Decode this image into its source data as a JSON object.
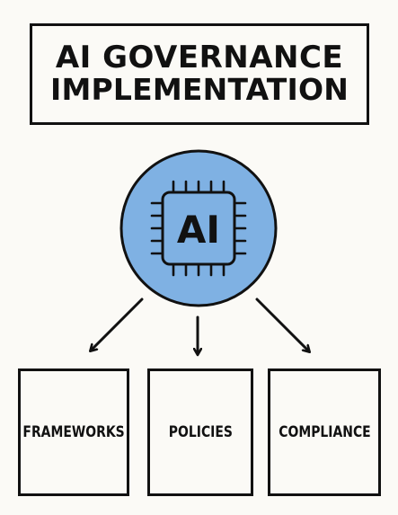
{
  "title": {
    "line1": "AI GOVERNANCE",
    "line2": "IMPLEMENTATION"
  },
  "center": {
    "label": "AI",
    "icon": "ai-chip-icon",
    "fill_color": "#7fb1e3"
  },
  "boxes": [
    {
      "label": "FRAMEWORKS"
    },
    {
      "label": "POLICIES"
    },
    {
      "label": "COMPLIANCE"
    }
  ]
}
